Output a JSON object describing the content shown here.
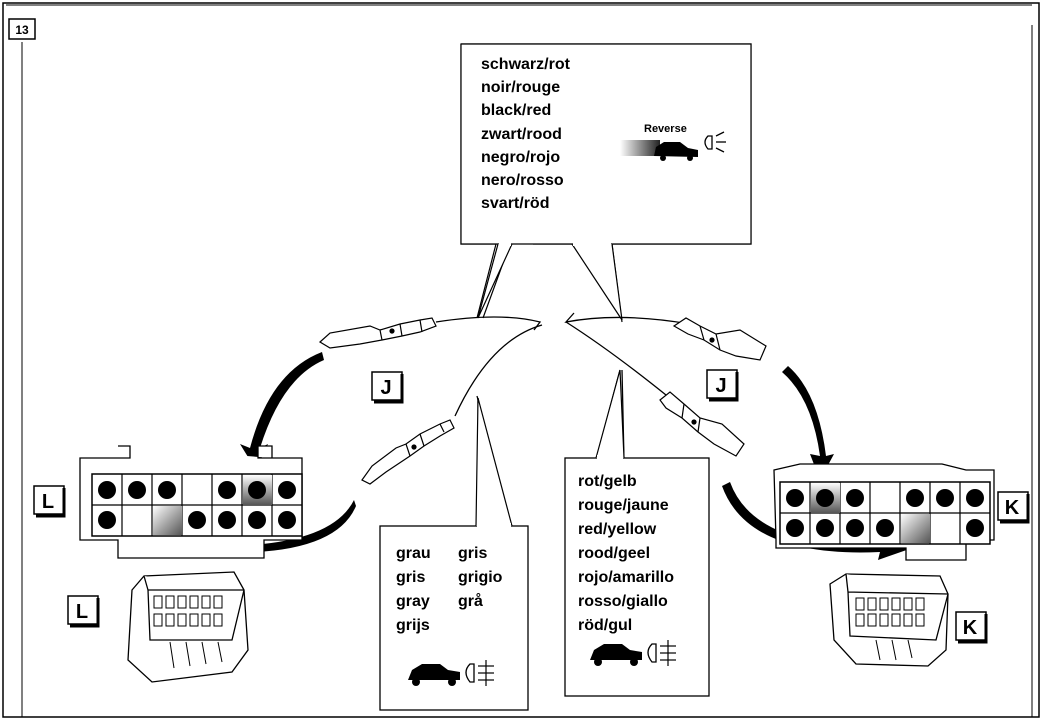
{
  "figure": {
    "step_number": "13"
  },
  "reverse_callout": {
    "colors": [
      "schwarz/rot",
      "noir/rouge",
      "black/red",
      "zwart/rood",
      "negro/rojo",
      "nero/rosso",
      "svart/röd"
    ],
    "icon_label": "Reverse",
    "icon": "reverse-light-car-icon"
  },
  "gray_callout": {
    "left_col": [
      "grau",
      "gris",
      "gray",
      "grijs"
    ],
    "right_col": [
      "gris",
      "grigio",
      "grå"
    ],
    "icon": "fog-light-car-icon"
  },
  "red_yellow_callout": {
    "colors": [
      "rot/gelb",
      "rouge/jaune",
      "red/yellow",
      "rood/geel",
      "rojo/amarillo",
      "rosso/giallo",
      "röd/gul"
    ],
    "icon": "fog-light-car-icon"
  },
  "labels": {
    "terminal_left": "J",
    "terminal_right": "J",
    "connector_left": "L",
    "connector_left_plug": "L",
    "connector_right": "K",
    "connector_right_plug": "K"
  },
  "colors": {
    "line": "#000000",
    "background": "#ffffff",
    "gradient_dark": "#444444"
  }
}
